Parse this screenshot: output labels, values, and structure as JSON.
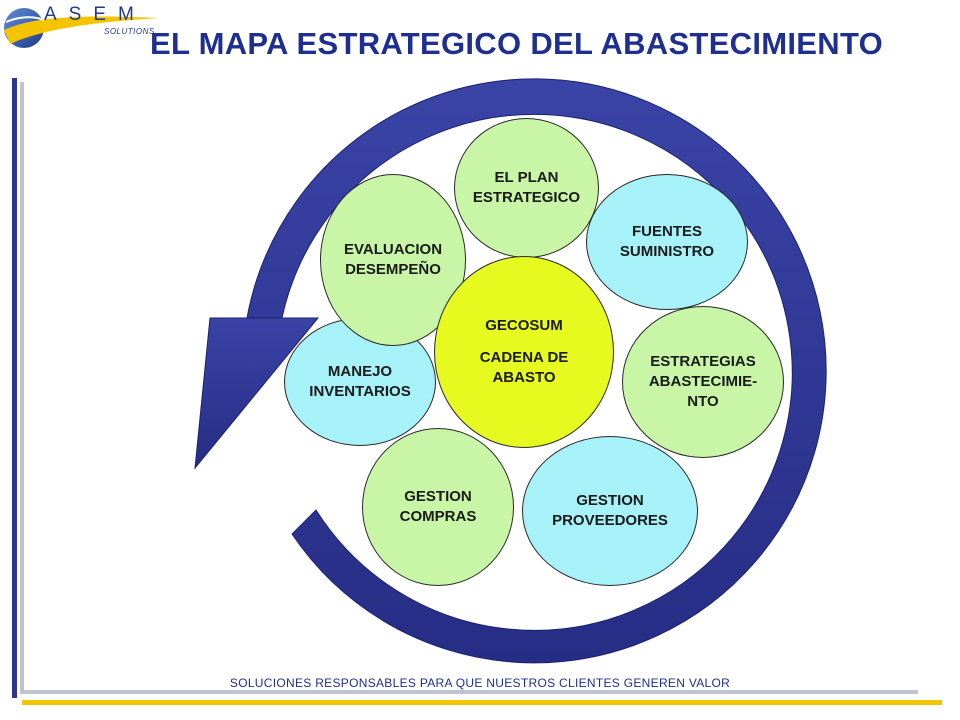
{
  "logo": {
    "brand": "ASEM",
    "sub": "SOLUTIONS"
  },
  "title": "EL MAPA ESTRATEGICO DEL ABASTECIMIENTO",
  "footer": "SOLUCIONES RESPONSABLES PARA QUE NUESTROS CLIENTES GENEREN VALOR",
  "colors": {
    "navy": "#2c3592",
    "green": "#c8f5a6",
    "cyan": "#a7f1f8",
    "yellow": "#e6fa1f",
    "gold": "#f5c400"
  },
  "center": {
    "title": "GECOSUM",
    "line1": "CADENA DE",
    "line2": "ABASTO"
  },
  "nodes": {
    "plan": {
      "line1": "EL PLAN",
      "line2": "ESTRATEGICO"
    },
    "fuentes": {
      "line1": "FUENTES",
      "line2": "SUMINISTRO"
    },
    "estrategias": {
      "line1": "ESTRATEGIAS",
      "line2": "ABASTECIMIE-",
      "line3": "NTO"
    },
    "proveedores": {
      "line1": "GESTION",
      "line2": "PROVEEDORES"
    },
    "compras": {
      "line1": "GESTION",
      "line2": "COMPRAS"
    },
    "inventarios": {
      "line1": "MANEJO",
      "line2": "INVENTARIOS"
    },
    "evaluacion": {
      "line1": "EVALUACION",
      "line2": "DESEMPEÑO"
    }
  }
}
